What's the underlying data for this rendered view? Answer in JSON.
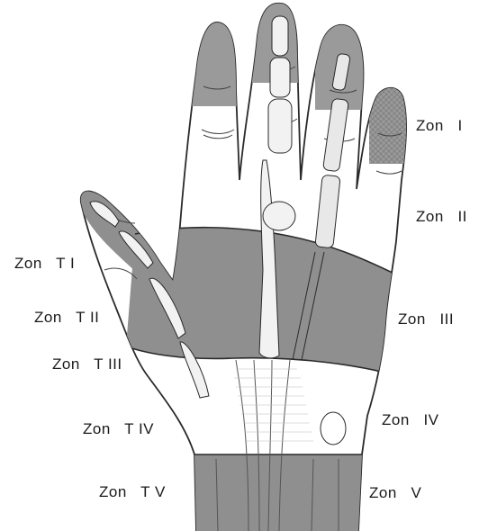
{
  "labels": {
    "zon_i": "Zon   I",
    "zon_ii": "Zon   II",
    "zon_iii": "Zon   III",
    "zon_iv": "Zon   IV",
    "zon_v": "Zon   V",
    "zon_t1": "Zon   T I",
    "zon_t2": "Zon   T II",
    "zon_t3": "Zon   T III",
    "zon_t4": "Zon   T IV",
    "zon_t5": "Zon   T V"
  },
  "colors": {
    "shade": "#8f8f8f",
    "fingertip_shade": "#9a9a9a",
    "outline": "#2a2a2a",
    "bone": "#f2f2f2",
    "background": "#ffffff"
  }
}
